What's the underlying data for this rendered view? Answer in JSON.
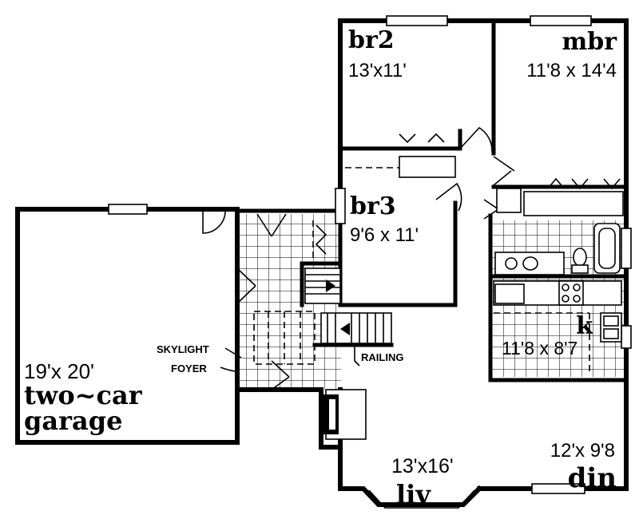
{
  "rooms": {
    "br2": {
      "name": "br2",
      "dims": "13'x11'"
    },
    "mbr": {
      "name": "mbr",
      "dims": "11'8 x 14'4"
    },
    "br3": {
      "name": "br3",
      "dims": "9'6 x 11'"
    },
    "kitchen": {
      "name": "k",
      "dims": "11'8 x 8'7"
    },
    "garage": {
      "dims": "19'x 20'",
      "line1": "two~car",
      "line2": "garage"
    },
    "living": {
      "dims": "13'x16'",
      "name": "liv"
    },
    "dining": {
      "dims": "12'x 9'8",
      "name": "din"
    }
  },
  "notes": {
    "skylight": "SKYLIGHT",
    "foyer": "FOYER",
    "railing": "RAILING"
  }
}
